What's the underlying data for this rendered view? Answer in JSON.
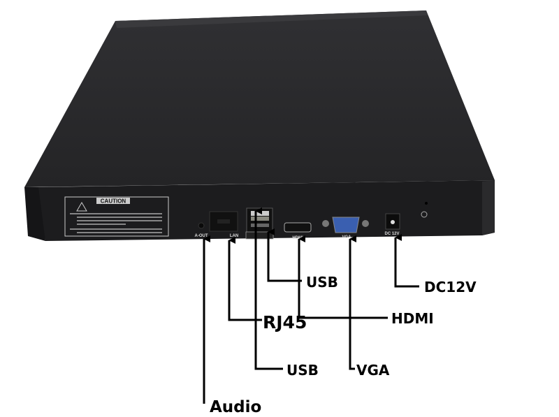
{
  "device": {
    "caution_title": "CAUTION",
    "port_labels": {
      "audio_out": "A-OUT",
      "lan": "LAN",
      "hdmi": "HDMI",
      "vga": "VGA",
      "dc": "DC 12V"
    }
  },
  "callouts": {
    "audio": "Audio",
    "rj45": "RJ45",
    "usb_lower": "USB",
    "usb_upper": "USB",
    "hdmi": "HDMI",
    "vga": "VGA",
    "dc12v": "DC12V"
  },
  "colors": {
    "device_top": "#2b2b2d",
    "device_front": "#1c1c1e",
    "vga_port": "#3a5fb0",
    "line": "#000000"
  }
}
